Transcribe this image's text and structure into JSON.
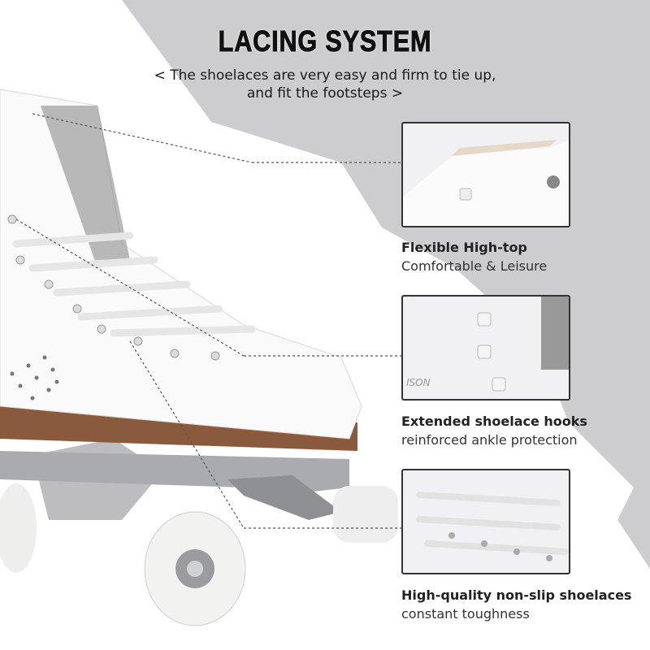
{
  "header": {
    "title": "LACING SYSTEM",
    "subtitle_line1": "< The shoelaces are very easy and firm to tie up,",
    "subtitle_line2": "and fit the footsteps >"
  },
  "features": [
    {
      "title": "Flexible High-top",
      "subtitle": "Comfortable & Leisure"
    },
    {
      "title": "Extended shoelace hooks",
      "subtitle": "reinforced ankle protection"
    },
    {
      "title": "High-quality non-slip shoelaces",
      "subtitle": "constant toughness"
    }
  ],
  "colors": {
    "background": "#cdcdcf",
    "blob": "#ffffff",
    "sole": "#8a5a3c",
    "frame": "#333333"
  }
}
